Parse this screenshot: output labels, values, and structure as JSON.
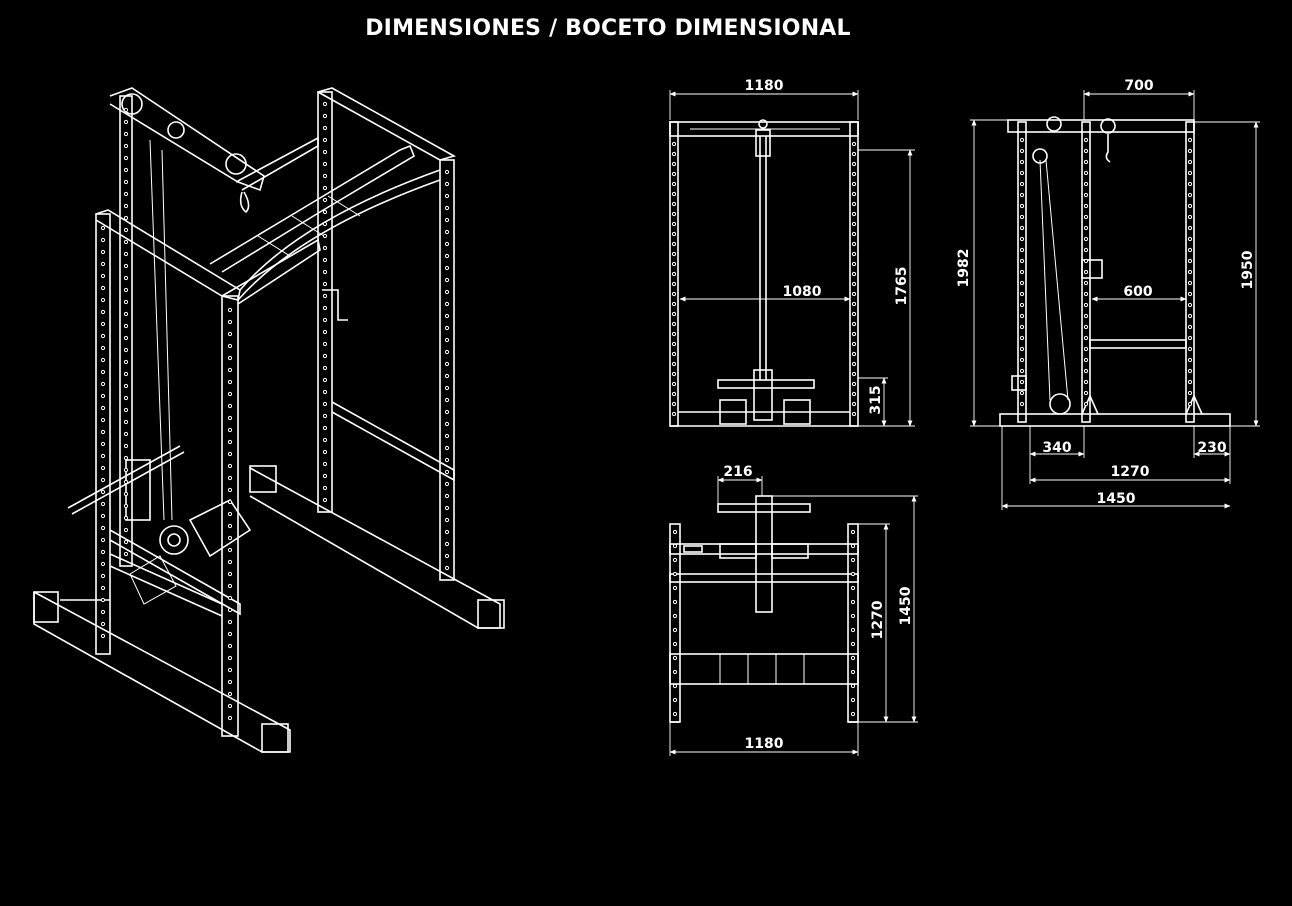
{
  "title": "DIMENSIONES / BOCETO DIMENSIONAL",
  "colors": {
    "background": "#000000",
    "line": "#ffffff"
  },
  "front_view": {
    "width_outer": "1180",
    "width_inner": "1080",
    "height_upright": "1765",
    "height_low": "315"
  },
  "side_view": {
    "depth_top": "700",
    "depth_inner": "600",
    "height_total": "1982",
    "height_rack": "1950",
    "base_front": "340",
    "base_rear": "230",
    "base_mid": "1270",
    "base_total": "1450"
  },
  "top_view": {
    "bar_offset": "216",
    "width": "1180",
    "depth_inner": "1270",
    "depth_total": "1450"
  }
}
